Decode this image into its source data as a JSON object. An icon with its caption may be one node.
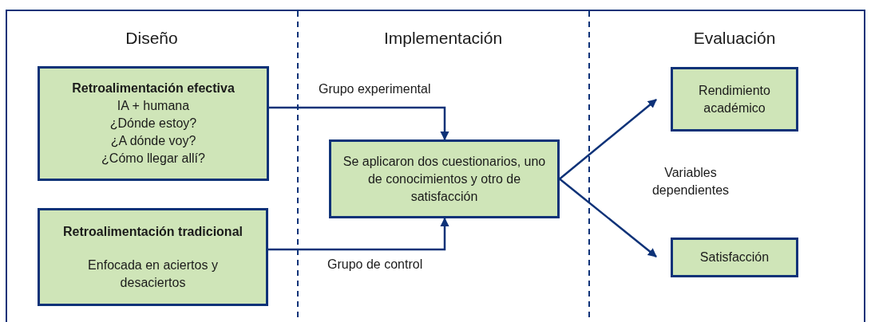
{
  "diagram": {
    "nodes": [
      {
        "text": [
          "Retroalimentación efectiva",
          "IA + humana",
          "¿Dónde estoy?",
          "¿A dónde voy?",
          "¿Cómo llegar allí?"
        ]
      },
      {
        "text": [
          "Retroalimentación tradicional",
          "Enfocada en aciertos y desaciertos"
        ]
      },
      {
        "text": [
          "Se aplicaron dos cuestionarios, uno de conocimientos y otro de satisfacción"
        ]
      },
      {
        "text": [
          "Rendimiento académico"
        ]
      },
      {
        "text": [
          "Satisfacción"
        ]
      }
    ],
    "edges": [
      {
        "from": 0,
        "to": 2,
        "arrow": "to",
        "label": "Grupo experimental"
      },
      {
        "from": 1,
        "to": 2,
        "arrow": "to",
        "label": "Grupo de control"
      },
      {
        "from": 2,
        "to": 3,
        "arrow": "to"
      },
      {
        "from": 2,
        "to": 4,
        "arrow": "to"
      }
    ],
    "labels": [
      "Diseño",
      "Implementación",
      "Evaluación",
      "Variables dependientes"
    ]
  }
}
